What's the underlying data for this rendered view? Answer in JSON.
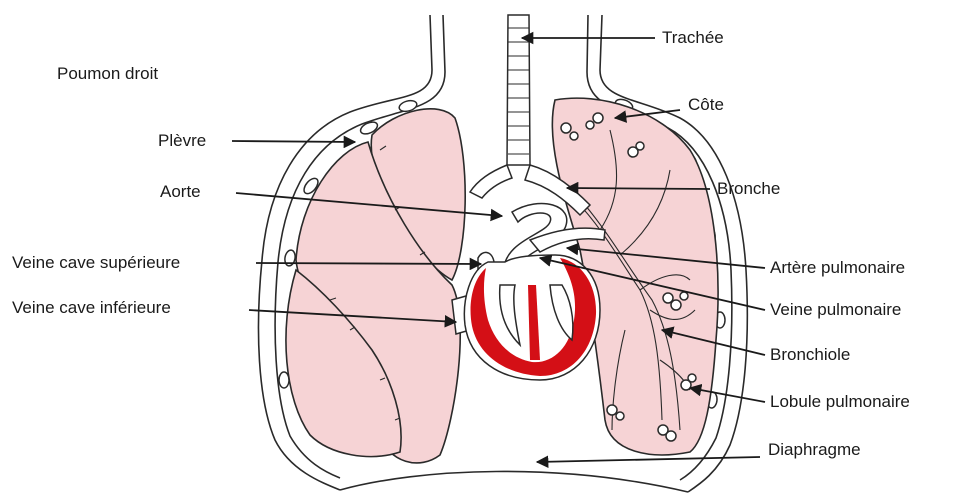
{
  "labels": {
    "poumon_droit": "Poumon droit",
    "plevre": "Plèvre",
    "aorte": "Aorte",
    "veine_cave_sup": "Veine cave supérieure",
    "veine_cave_inf": "Veine cave inférieure",
    "trachee": "Trachée",
    "cote": "Côte",
    "bronche": "Bronche",
    "artere_pulmonaire": "Artère pulmonaire",
    "veine_pulmonaire": "Veine pulmonaire",
    "bronchiole": "Bronchiole",
    "lobule_pulmonaire": "Lobule pulmonaire",
    "diaphragme": "Diaphragme"
  },
  "colors": {
    "lung_fill": "#f6d3d5",
    "heart_muscle": "#d40f16",
    "line": "#1a1a1a"
  }
}
